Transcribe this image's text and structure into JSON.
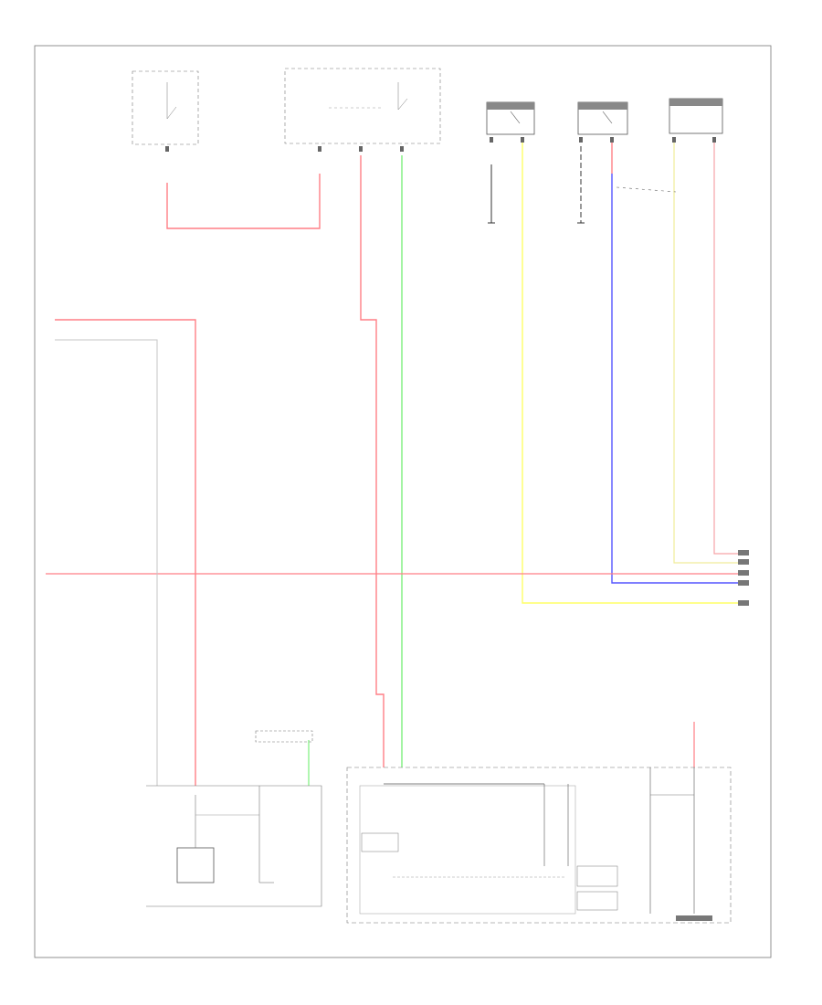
{
  "page": {
    "number": ""
  },
  "colors": {
    "red": "#ff7f86",
    "pink": "#f7a3a8",
    "green": "#7cf07c",
    "yellow": "#ffff66",
    "yellow_light": "#f0ec9a",
    "blue": "#5555ff",
    "ground": "#333333",
    "gray_wire": "#c4c4c4",
    "box_line": "#555555"
  },
  "components": {
    "top_left_switch": {
      "label": "",
      "sublabel": ""
    },
    "top_center_module": {
      "label": "",
      "sublabel": ""
    },
    "seat_belt_switch_1": {
      "label": ""
    },
    "seat_belt_switch_2": {
      "label": ""
    },
    "occupant_sensor": {
      "label": ""
    },
    "left_module": {
      "label": ""
    },
    "center_module": {
      "label": ""
    },
    "small_connector": {
      "label": ""
    },
    "right_connector": {
      "label": ""
    }
  },
  "notes": {
    "line1": "",
    "line2": ""
  },
  "wires": [
    {
      "name": "wire-top-left-red",
      "color": "red"
    },
    {
      "name": "wire-center-red",
      "color": "red"
    },
    {
      "name": "wire-center-green",
      "color": "green"
    },
    {
      "name": "wire-yellow",
      "color": "yellow"
    },
    {
      "name": "wire-blue",
      "color": "blue"
    },
    {
      "name": "wire-horizontal-red",
      "color": "red"
    },
    {
      "name": "wire-left-red",
      "color": "red"
    },
    {
      "name": "wire-gray",
      "color": "gray_wire"
    },
    {
      "name": "wire-right-red",
      "color": "pink"
    },
    {
      "name": "wire-right-yellow",
      "color": "yellow_light"
    }
  ]
}
